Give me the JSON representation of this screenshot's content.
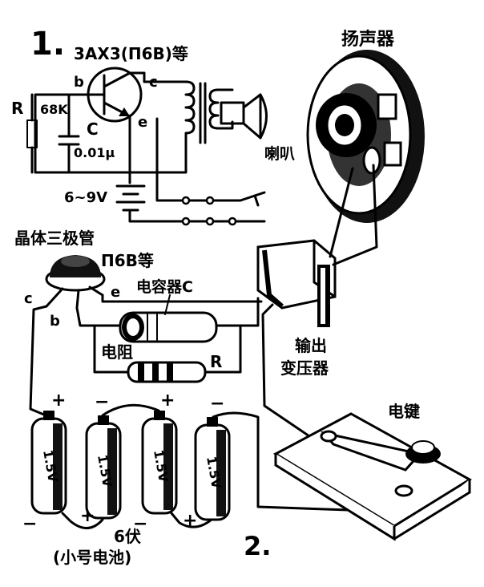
{
  "fig1": {
    "number": "1.",
    "transistor_label": "3AX3(П6В)等",
    "pin_b": "b",
    "pin_c": "c",
    "pin_e": "e",
    "resistor_letter": "R",
    "resistor_value": "68K",
    "capacitor_letter": "C",
    "capacitor_value": "0.01μ",
    "battery_label": "6~9V",
    "horn_label": "喇叭"
  },
  "fig2": {
    "number": "2.",
    "speaker_label": "扬声器",
    "transistor_title": "晶体三极管",
    "transistor_sub": "П6В等",
    "pin_c": "c",
    "pin_e": "e",
    "pin_b": "b",
    "capacitor_label": "电容器C",
    "resistor_label": "电阻",
    "resistor_letter": "R",
    "transformer_line1": "输出",
    "transformer_line2": "变压器",
    "key_label": "电键",
    "cell_voltage": "1.5V",
    "plus": "+",
    "minus": "−",
    "battery_total": "6伏",
    "battery_note": "(小号电池)"
  }
}
